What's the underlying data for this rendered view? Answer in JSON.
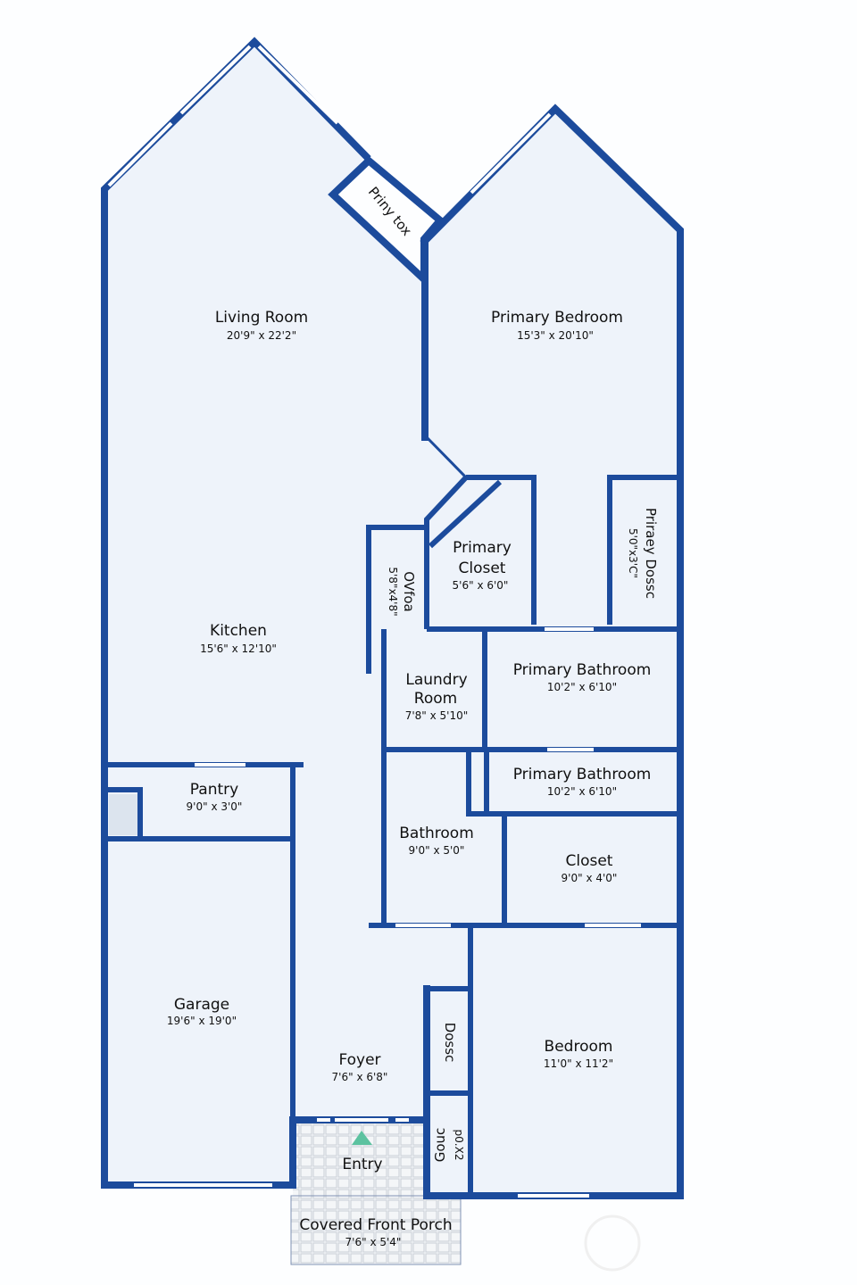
{
  "colors": {
    "wall": "#1c4b9c",
    "floor": "#eef3fa",
    "entry_marker": "#5cc2a0"
  },
  "rooms": {
    "living": {
      "name": "Living Room",
      "dims": "20'9\" x 22'2\""
    },
    "primary_bedroom": {
      "name": "Primary Bedroom",
      "dims": "15'3\" x 20'10\""
    },
    "priny_tox": {
      "name": "Priny tox"
    },
    "kitchen": {
      "name": "Kitchen",
      "dims": "15'6\" x 12'10\""
    },
    "ovfoa": {
      "name": "OVfoa",
      "dims": "5'8\"x4'8\""
    },
    "primary_closet": {
      "name1": "Primary",
      "name2": "Closet",
      "dims": "5'6\" x 6'0\""
    },
    "primary_closet_side": {
      "name": "Priraey Dossc",
      "dims": "5'0\"x3'C\""
    },
    "laundry": {
      "name1": "Laundry",
      "name2": "Room",
      "dims": "7'8\" x 5'10\""
    },
    "primary_bath_1": {
      "name": "Primary Bathroom",
      "dims": "10'2\" x 6'10\""
    },
    "primary_bath_2": {
      "name": "Primary Bathroom",
      "dims": "10'2\" x 6'10\""
    },
    "pantry": {
      "name": "Pantry",
      "dims": "9'0\" x 3'0\""
    },
    "bathroom": {
      "name": "Bathroom",
      "dims": "9'0\" x 5'0\""
    },
    "closet": {
      "name": "Closet",
      "dims": "9'0\" x 4'0\""
    },
    "garage": {
      "name": "Garage",
      "dims": "19'6\" x 19'0\""
    },
    "foyer": {
      "name": "Foyer",
      "dims": "7'6\" x 6'8\""
    },
    "dossc": {
      "name": "Dossc"
    },
    "gouc": {
      "name": "Gouc",
      "dims": "p0.X2"
    },
    "bedroom": {
      "name": "Bedroom",
      "dims": "11'0\" x 11'2\""
    },
    "entry": {
      "name": "Entry"
    },
    "porch": {
      "name": "Covered Front Porch",
      "dims": "7'6\" x 5'4\""
    }
  }
}
